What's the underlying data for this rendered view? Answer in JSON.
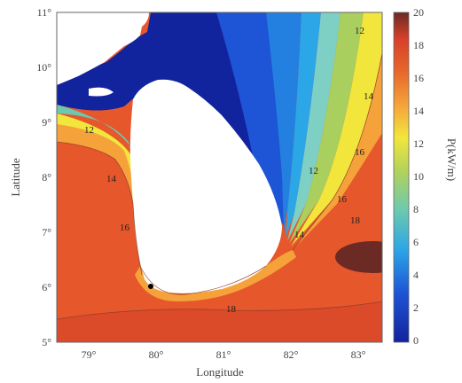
{
  "map": {
    "x_axis": {
      "label": "Longitude",
      "ticks": [
        "79°",
        "80°",
        "81°",
        "82°",
        "83°"
      ]
    },
    "y_axis": {
      "label": "Latitude",
      "ticks": [
        "11°",
        "10°",
        "9°",
        "8°",
        "7°",
        "6°",
        "5°"
      ]
    },
    "colorbar": {
      "label": "P(kW/m)",
      "ticks": [
        "20",
        "18",
        "16",
        "14",
        "12",
        "10",
        "8",
        "6",
        "4",
        "2",
        "0"
      ],
      "range": [
        0,
        20
      ],
      "colormap": "parula-jet",
      "colors": {
        "low": "#12239e",
        "mid_low": "#2ba6e6",
        "mid": "#f2e63d",
        "mid_high": "#f5a23a",
        "high": "#e2512b",
        "max": "#6b2a24"
      }
    },
    "contour_labels": [
      "12",
      "14",
      "16",
      "12",
      "14",
      "16",
      "16",
      "18",
      "18",
      "12",
      "14"
    ],
    "features": {
      "land_color": "#ffffff",
      "coastal_marker": "black-dot"
    }
  }
}
